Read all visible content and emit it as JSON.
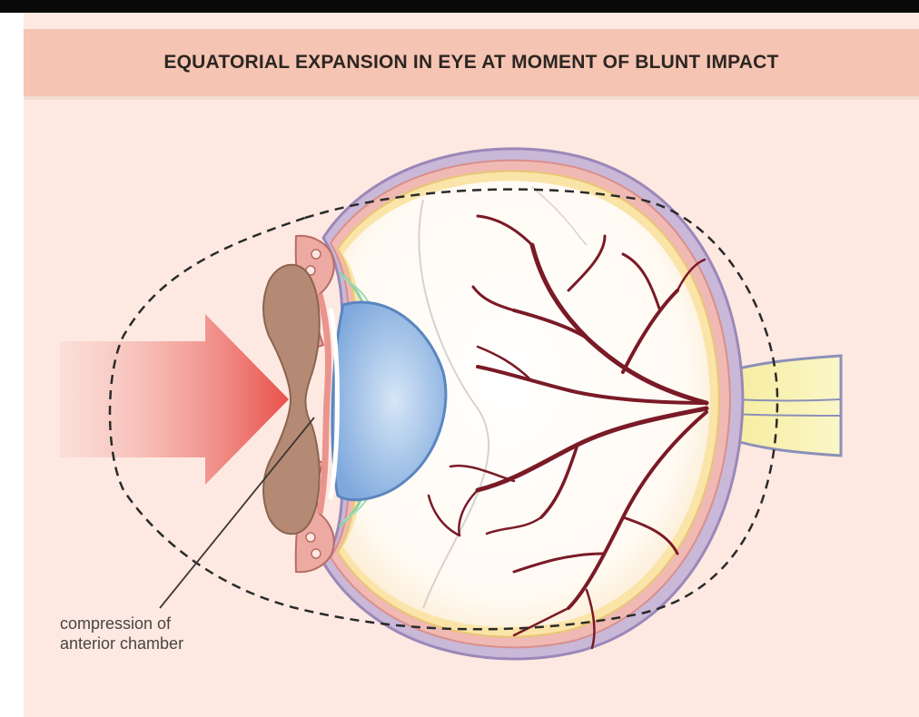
{
  "title": "EQUATORIAL EXPANSION IN EYE AT MOMENT OF BLUNT IMPACT",
  "caption": {
    "line1": "compression of",
    "line2": "anterior chamber"
  },
  "colors": {
    "top_bar": "#0a0a0a",
    "background": "#fde9e2",
    "title_band": "#f6c4b2",
    "arrow": "#e8504a",
    "lens": "#8fb6e3",
    "vessels": "#7a1a26",
    "vitreous": "#fff8ee",
    "sclera": "#c9b8d8",
    "optic_nerve": "#fbf3b4"
  },
  "icons": {
    "impact_arrow": "impact-arrow-icon",
    "eye": "eye-cross-section-icon"
  }
}
